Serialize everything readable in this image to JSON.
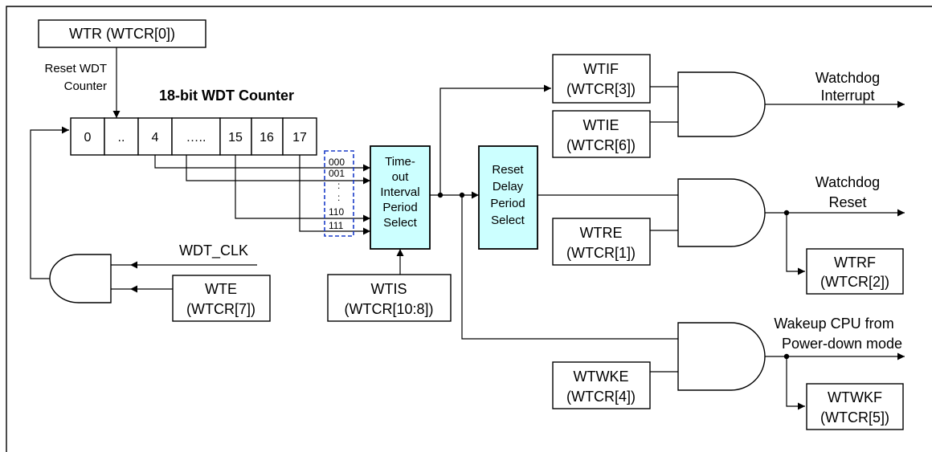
{
  "registers": {
    "wtr": "WTR (WTCR[0])",
    "wtif_1": "WTIF",
    "wtif_2": "(WTCR[3])",
    "wtie_1": "WTIE",
    "wtie_2": "(WTCR[6])",
    "wtre_1": "WTRE",
    "wtre_2": "(WTCR[1])",
    "wtrf_1": "WTRF",
    "wtrf_2": "(WTCR[2])",
    "wte_1": "WTE",
    "wte_2": "(WTCR[7])",
    "wtis_1": "WTIS",
    "wtis_2": "(WTCR[10:8])",
    "wtwke_1": "WTWKE",
    "wtwke_2": "(WTCR[4])",
    "wtwkf_1": "WTWKF",
    "wtwkf_2": "(WTCR[5])"
  },
  "labels": {
    "reset_wdt_1": "Reset WDT",
    "reset_wdt_2": "Counter",
    "counter_title": "18-bit WDT Counter",
    "wdt_clk": "WDT_CLK",
    "wd_int_1": "Watchdog",
    "wd_int_2": "Interrupt",
    "wd_reset_1": "Watchdog",
    "wd_reset_2": "Reset",
    "wakeup_1": "Wakeup CPU from",
    "wakeup_2": "Power-down mode"
  },
  "counter_cells": [
    "0",
    "..",
    "4",
    "…..",
    "15",
    "16",
    "17"
  ],
  "mux_codes": {
    "c0": "000",
    "c1": "001",
    "d1": ":",
    "d2": ":",
    "c6": "110",
    "c7": "111"
  },
  "timeout_block": [
    "Time-",
    "out",
    "Interval",
    "Period",
    "Select"
  ],
  "reset_delay_block": [
    "Reset",
    "Delay",
    "Period",
    "Select"
  ],
  "colors": {
    "block_fill": "#ccffff",
    "dashed_outline": "#1a3cc8"
  }
}
